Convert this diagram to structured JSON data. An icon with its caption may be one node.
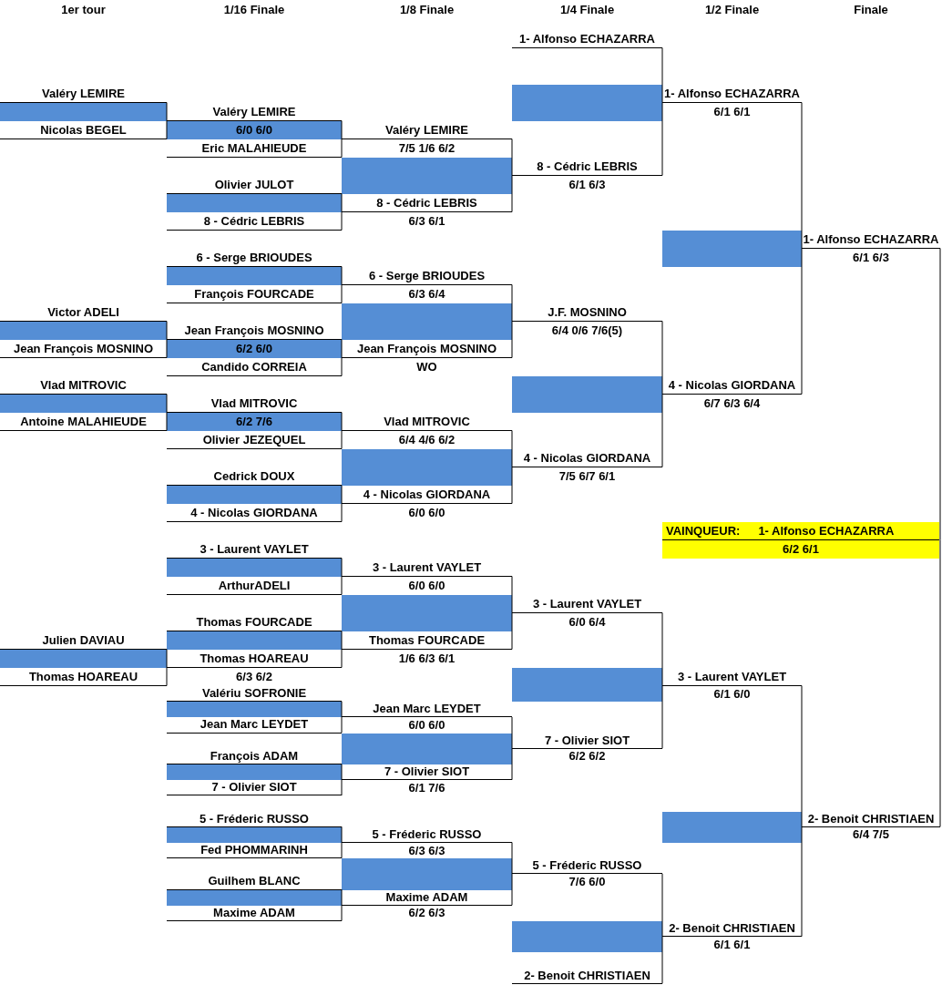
{
  "diagram": {
    "nodes": [
      {
        "text": [
          "Valéry LEMIRE"
        ]
      },
      {
        "text": [],
        "shape": "bar"
      },
      {
        "text": [
          "Nicolas BEGEL"
        ]
      },
      {
        "text": [
          "Victor ADELI"
        ]
      },
      {
        "text": [],
        "shape": "bar"
      },
      {
        "text": [
          "Jean François MOSNINO"
        ]
      },
      {
        "text": [
          "Vlad MITROVIC"
        ]
      },
      {
        "text": [],
        "shape": "bar"
      },
      {
        "text": [
          "Antoine MALAHIEUDE"
        ]
      },
      {
        "text": [
          "Julien DAVIAU"
        ]
      },
      {
        "text": [],
        "shape": "bar"
      },
      {
        "text": [
          "Thomas HOAREAU"
        ]
      },
      {
        "text": [
          "Valéry LEMIRE"
        ]
      },
      {
        "text": [
          "6/0 6/0"
        ]
      },
      {
        "text": [
          "Eric MALAHIEUDE"
        ]
      },
      {
        "text": [
          "Olivier JULOT"
        ]
      },
      {
        "text": [],
        "shape": "bar"
      },
      {
        "text": [
          "8 - Cédric LEBRIS"
        ]
      },
      {
        "text": [
          "6 - Serge BRIOUDES"
        ]
      },
      {
        "text": [],
        "shape": "bar"
      },
      {
        "text": [
          "François FOURCADE"
        ]
      },
      {
        "text": [
          "Jean François MOSNINO"
        ]
      },
      {
        "text": [
          "6/2 6/0"
        ]
      },
      {
        "text": [
          "Candido CORREIA"
        ]
      },
      {
        "text": [
          "Vlad MITROVIC"
        ]
      },
      {
        "text": [
          "6/2 7/6"
        ]
      },
      {
        "text": [
          "Olivier JEZEQUEL"
        ]
      },
      {
        "text": [
          "Cedrick DOUX"
        ]
      },
      {
        "text": [],
        "shape": "bar"
      },
      {
        "text": [
          "4 - Nicolas GIORDANA"
        ]
      },
      {
        "text": [
          "3 - Laurent VAYLET"
        ]
      },
      {
        "text": [],
        "shape": "bar"
      },
      {
        "text": [
          "ArthurADELI"
        ]
      },
      {
        "text": [
          "Thomas FOURCADE"
        ]
      },
      {
        "text": [],
        "shape": "bar"
      },
      {
        "text": [
          "Thomas HOAREAU"
        ],
        "beside": [
          "6/3 6/2"
        ]
      },
      {
        "text": [
          "Valériu SOFRONIE"
        ]
      },
      {
        "text": [],
        "shape": "bar"
      },
      {
        "text": [
          "Jean Marc LEYDET"
        ]
      },
      {
        "text": [
          "François ADAM"
        ]
      },
      {
        "text": [],
        "shape": "bar"
      },
      {
        "text": [
          "7 - Olivier SIOT"
        ]
      },
      {
        "text": [
          "5 - Fréderic RUSSO"
        ]
      },
      {
        "text": [],
        "shape": "bar"
      },
      {
        "text": [
          "Fed PHOMMARINH"
        ]
      },
      {
        "text": [
          "Guilhem BLANC"
        ]
      },
      {
        "text": [],
        "shape": "bar"
      },
      {
        "text": [
          "Maxime ADAM"
        ]
      },
      {
        "text": [
          "Valéry LEMIRE"
        ],
        "beside": [
          "7/5 1/6 6/2"
        ]
      },
      {
        "text": [],
        "shape": "bar"
      },
      {
        "text": [
          "8 - Cédric LEBRIS"
        ],
        "beside": [
          "6/3 6/1"
        ]
      },
      {
        "text": [
          "6 - Serge BRIOUDES"
        ],
        "beside": [
          "6/3 6/4"
        ]
      },
      {
        "text": [],
        "shape": "bar"
      },
      {
        "text": [
          "Jean François MOSNINO"
        ],
        "beside": [
          "WO"
        ]
      },
      {
        "text": [
          "Vlad MITROVIC"
        ],
        "beside": [
          "6/4 4/6 6/2"
        ]
      },
      {
        "text": [],
        "shape": "bar"
      },
      {
        "text": [
          "4 - Nicolas GIORDANA"
        ],
        "beside": [
          "6/0 6/0"
        ]
      },
      {
        "text": [
          "3 - Laurent VAYLET"
        ],
        "beside": [
          "6/0 6/0"
        ]
      },
      {
        "text": [],
        "shape": "bar"
      },
      {
        "text": [
          "Thomas FOURCADE"
        ],
        "beside": [
          "1/6 6/3 6/1"
        ]
      },
      {
        "text": [
          "Jean Marc LEYDET"
        ],
        "beside": [
          "6/0 6/0"
        ]
      },
      {
        "text": [],
        "shape": "bar"
      },
      {
        "text": [
          "7 - Olivier SIOT"
        ],
        "beside": [
          "6/1 7/6"
        ]
      },
      {
        "text": [
          "5 - Fréderic RUSSO"
        ],
        "beside": [
          "6/3 6/3"
        ]
      },
      {
        "text": [],
        "shape": "bar"
      },
      {
        "text": [
          "Maxime ADAM"
        ],
        "beside": [
          "6/2 6/3"
        ]
      },
      {
        "text": [
          "1- Alfonso ECHAZARRA"
        ]
      },
      {
        "text": [],
        "shape": "bar"
      },
      {
        "text": [
          "8 - Cédric LEBRIS"
        ],
        "beside": [
          "6/1 6/3"
        ]
      },
      {
        "text": [
          "J.F. MOSNINO"
        ],
        "beside": [
          "6/4 0/6 7/6(5)"
        ]
      },
      {
        "text": [],
        "shape": "bar"
      },
      {
        "text": [
          "4 - Nicolas GIORDANA"
        ],
        "beside": [
          "7/5 6/7 6/1"
        ]
      },
      {
        "text": [
          "3 - Laurent VAYLET"
        ],
        "beside": [
          "6/0 6/4"
        ]
      },
      {
        "text": [],
        "shape": "bar"
      },
      {
        "text": [
          "7 - Olivier SIOT"
        ],
        "beside": [
          "6/2 6/2"
        ]
      },
      {
        "text": [
          "5 - Fréderic RUSSO"
        ],
        "beside": [
          "7/6 6/0"
        ]
      },
      {
        "text": [],
        "shape": "bar"
      },
      {
        "text": [
          "2- Benoit CHRISTIAEN"
        ]
      },
      {
        "text": [
          "1- Alfonso ECHAZARRA"
        ],
        "beside": [
          "6/1 6/1"
        ]
      },
      {
        "text": [],
        "shape": "bar"
      },
      {
        "text": [
          "4 - Nicolas GIORDANA"
        ],
        "beside": [
          "6/7 6/3 6/4"
        ]
      },
      {
        "text": [
          "3 - Laurent VAYLET"
        ],
        "beside": [
          "6/1 6/0"
        ]
      },
      {
        "text": [],
        "shape": "bar"
      },
      {
        "text": [
          "2- Benoit CHRISTIAEN"
        ],
        "beside": [
          "6/1 6/1"
        ]
      },
      {
        "text": [
          "1- Alfonso ECHAZARRA"
        ],
        "beside": [
          "6/1 6/3"
        ]
      },
      {
        "text": [
          "2- Benoit CHRISTIAEN"
        ],
        "beside": [
          "6/4 7/5"
        ]
      },
      {
        "text": [
          "VAINQUEUR:",
          "1- Alfonso ECHAZARRA"
        ],
        "beside": [
          "6/2 6/1"
        ]
      }
    ],
    "edges": [
      {
        "from": 0,
        "to": 12,
        "arrow": "none"
      },
      {
        "from": 2,
        "to": 12,
        "arrow": "none"
      },
      {
        "from": 3,
        "to": 21,
        "arrow": "none"
      },
      {
        "from": 5,
        "to": 21,
        "arrow": "none"
      },
      {
        "from": 6,
        "to": 24,
        "arrow": "none"
      },
      {
        "from": 8,
        "to": 24,
        "arrow": "none"
      },
      {
        "from": 9,
        "to": 35,
        "arrow": "none"
      },
      {
        "from": 11,
        "to": 35,
        "arrow": "none"
      },
      {
        "from": 12,
        "to": 48,
        "arrow": "none"
      },
      {
        "from": 14,
        "to": 48,
        "arrow": "none"
      },
      {
        "from": 15,
        "to": 50,
        "arrow": "none"
      },
      {
        "from": 17,
        "to": 50,
        "arrow": "none"
      },
      {
        "from": 18,
        "to": 51,
        "arrow": "none"
      },
      {
        "from": 20,
        "to": 51,
        "arrow": "none"
      },
      {
        "from": 21,
        "to": 53,
        "arrow": "none"
      },
      {
        "from": 23,
        "to": 53,
        "arrow": "none"
      },
      {
        "from": 24,
        "to": 54,
        "arrow": "none"
      },
      {
        "from": 26,
        "to": 54,
        "arrow": "none"
      },
      {
        "from": 27,
        "to": 56,
        "arrow": "none"
      },
      {
        "from": 29,
        "to": 56,
        "arrow": "none"
      },
      {
        "from": 30,
        "to": 57,
        "arrow": "none"
      },
      {
        "from": 32,
        "to": 57,
        "arrow": "none"
      },
      {
        "from": 33,
        "to": 59,
        "arrow": "none"
      },
      {
        "from": 35,
        "to": 59,
        "arrow": "none"
      },
      {
        "from": 36,
        "to": 60,
        "arrow": "none"
      },
      {
        "from": 38,
        "to": 60,
        "arrow": "none"
      },
      {
        "from": 39,
        "to": 62,
        "arrow": "none"
      },
      {
        "from": 41,
        "to": 62,
        "arrow": "none"
      },
      {
        "from": 42,
        "to": 63,
        "arrow": "none"
      },
      {
        "from": 44,
        "to": 63,
        "arrow": "none"
      },
      {
        "from": 45,
        "to": 65,
        "arrow": "none"
      },
      {
        "from": 47,
        "to": 65,
        "arrow": "none"
      },
      {
        "from": 48,
        "to": 68,
        "arrow": "none"
      },
      {
        "from": 50,
        "to": 68,
        "arrow": "none"
      },
      {
        "from": 51,
        "to": 69,
        "arrow": "none"
      },
      {
        "from": 53,
        "to": 69,
        "arrow": "none"
      },
      {
        "from": 54,
        "to": 71,
        "arrow": "none"
      },
      {
        "from": 56,
        "to": 71,
        "arrow": "none"
      },
      {
        "from": 57,
        "to": 72,
        "arrow": "none"
      },
      {
        "from": 59,
        "to": 72,
        "arrow": "none"
      },
      {
        "from": 60,
        "to": 74,
        "arrow": "none"
      },
      {
        "from": 62,
        "to": 74,
        "arrow": "none"
      },
      {
        "from": 63,
        "to": 75,
        "arrow": "none"
      },
      {
        "from": 65,
        "to": 75,
        "arrow": "none"
      },
      {
        "from": 66,
        "to": 78,
        "arrow": "none"
      },
      {
        "from": 68,
        "to": 78,
        "arrow": "none"
      },
      {
        "from": 69,
        "to": 80,
        "arrow": "none"
      },
      {
        "from": 71,
        "to": 80,
        "arrow": "none"
      },
      {
        "from": 72,
        "to": 81,
        "arrow": "none"
      },
      {
        "from": 74,
        "to": 81,
        "arrow": "none"
      },
      {
        "from": 75,
        "to": 83,
        "arrow": "none"
      },
      {
        "from": 77,
        "to": 83,
        "arrow": "none"
      },
      {
        "from": 78,
        "to": 84,
        "arrow": "none"
      },
      {
        "from": 80,
        "to": 84,
        "arrow": "none"
      },
      {
        "from": 81,
        "to": 85,
        "arrow": "none"
      },
      {
        "from": 83,
        "to": 85,
        "arrow": "none"
      },
      {
        "from": 84,
        "to": 86,
        "arrow": "none"
      },
      {
        "from": 85,
        "to": 86,
        "arrow": "none"
      }
    ],
    "labels": [
      "1er tour",
      "1/16 Finale",
      "1/8 Finale",
      "1/4 Finale",
      "1/2 Finale",
      "Finale"
    ]
  }
}
